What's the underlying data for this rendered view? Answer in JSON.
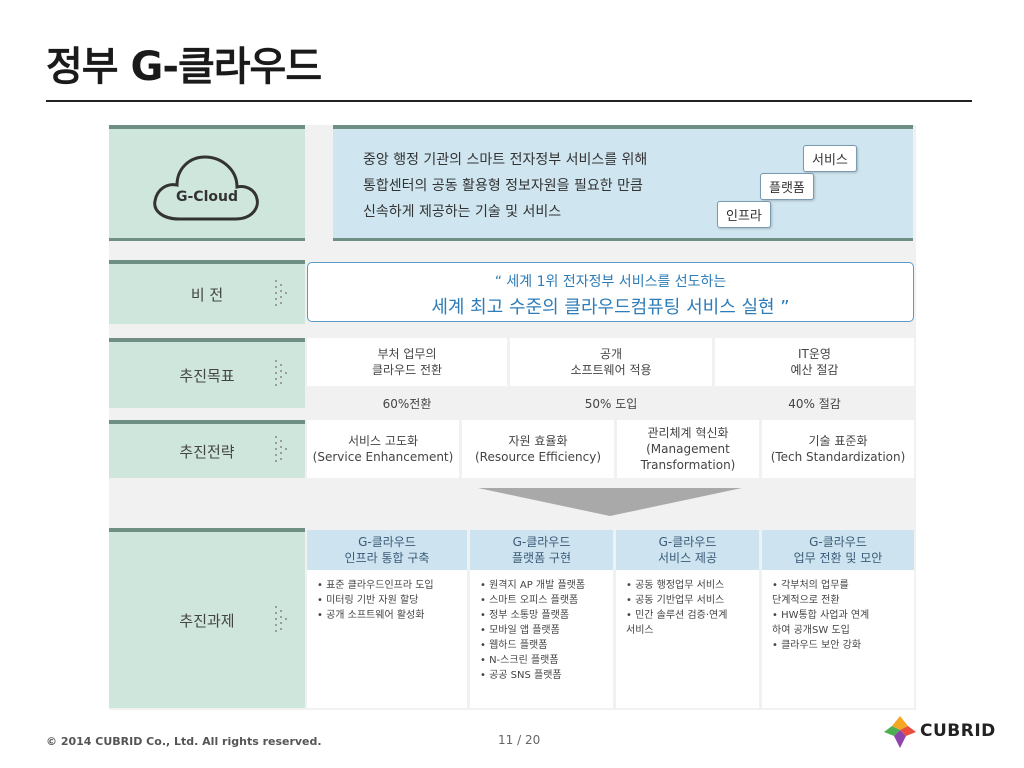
{
  "title": "정부 G-클라우드",
  "gcloud": {
    "label": "G-Cloud",
    "description": [
      "중앙 행정 기관의 스마트 전자정부 서비스를 위해",
      "통합센터의 공동 활용형 정보자원을 필요한 만큼",
      "신속하게 제공하는 기술 및 서비스"
    ],
    "stack": [
      "서비스",
      "플랫폼",
      "인프라"
    ]
  },
  "rows": {
    "vision_label": "비 전",
    "goals_label": "추진목표",
    "strategy_label": "추진전략",
    "tasks_label": "추진과제"
  },
  "vision": {
    "line1": "“ 세계 1위 전자정부 서비스를 선도하는",
    "line2": "세계 최고 수준의 클라우드컴퓨팅 서비스 실현 ”"
  },
  "goals": [
    {
      "line1": "부처 업무의",
      "line2": "클라우드 전환",
      "value": "60%전환"
    },
    {
      "line1": "공개",
      "line2": "소프트웨어 적용",
      "value": "50% 도입"
    },
    {
      "line1": "IT운영",
      "line2": "예산 절감",
      "value": "40% 절감"
    }
  ],
  "strategies": [
    {
      "line1": "서비스 고도화",
      "line2": "(Service Enhancement)",
      "line3": ""
    },
    {
      "line1": "자원 효율화",
      "line2": "(Resource Efficiency)",
      "line3": ""
    },
    {
      "line1": "관리체계 혁신화",
      "line2": "(Management",
      "line3": "Transformation)"
    },
    {
      "line1": "기술 표준화",
      "line2": "(Tech Standardization)",
      "line3": ""
    }
  ],
  "tasks": [
    {
      "head1": "G-클라우드",
      "head2": "인프라 통합 구축",
      "items": [
        "• 표준 클라우드인프라 도입",
        "• 미터링 기반 자원 할당",
        "• 공개 소프트웨어 활성화"
      ]
    },
    {
      "head1": "G-클라우드",
      "head2": "플랫폼 구현",
      "items": [
        "• 원격지 AP 개발 플랫폼",
        "• 스마트 오피스 플랫폼",
        "• 정부 소통망 플랫폼",
        "• 모바일 앱 플랫폼",
        "• 웹하드 플랫폼",
        "• N-스크린 플랫폼",
        "• 공공 SNS 플랫폼"
      ]
    },
    {
      "head1": "G-클라우드",
      "head2": "서비스 제공",
      "items": [
        "• 공동 행정업무 서비스",
        "• 공동 기반업무 서비스",
        "• 민간 솔루션 검증·연계",
        "  서비스"
      ]
    },
    {
      "head1": "G-클라우드",
      "head2": "업무 전환 및 모안",
      "items": [
        "• 각부처의 업무를",
        "  단계적으로 전환",
        "• HW통합 사업과 연계",
        "  하여 공개SW 도입",
        "• 클라우드 보안 강화"
      ]
    }
  ],
  "footer": {
    "copyright": "© 2014 CUBRID Co., Ltd. All rights reserved.",
    "page": "11 / 20",
    "logo": "CUBRID"
  },
  "colors": {
    "label_bg": "#cfe6dd",
    "desc_bg": "#cfe5f0",
    "vision_text": "#2e7cb8",
    "task_head_bg": "#cde3ef"
  }
}
